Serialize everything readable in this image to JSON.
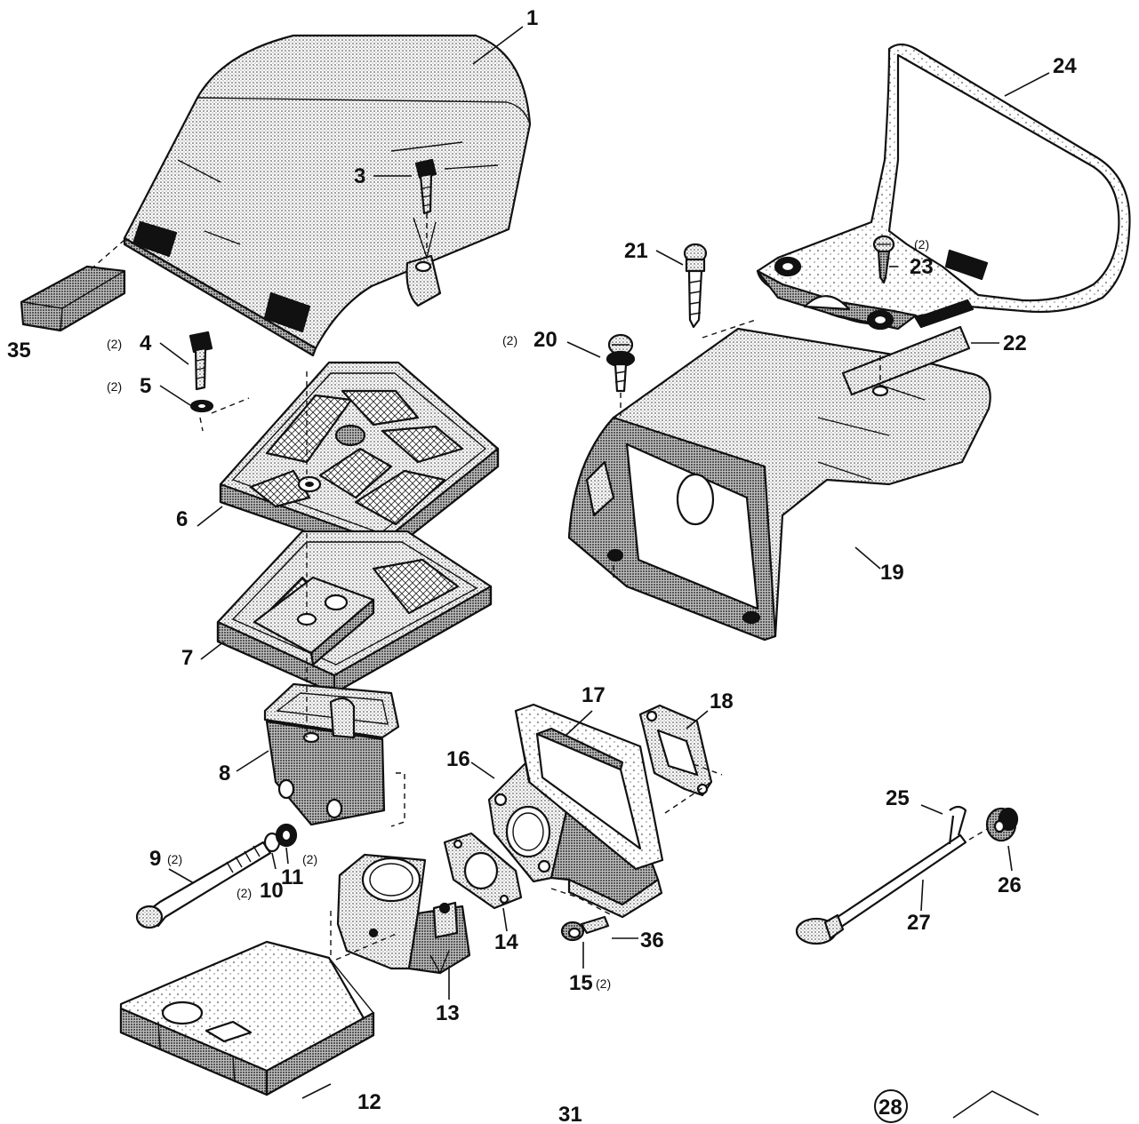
{
  "diagram": {
    "page_number": "31",
    "section_badge": "28",
    "callouts": [
      {
        "id": "c1",
        "label": "1",
        "qty": ""
      },
      {
        "id": "c3",
        "label": "3",
        "qty": ""
      },
      {
        "id": "c4",
        "label": "4",
        "qty": "(2)"
      },
      {
        "id": "c5",
        "label": "5",
        "qty": "(2)"
      },
      {
        "id": "c6",
        "label": "6",
        "qty": ""
      },
      {
        "id": "c7",
        "label": "7",
        "qty": ""
      },
      {
        "id": "c8",
        "label": "8",
        "qty": ""
      },
      {
        "id": "c9",
        "label": "9",
        "qty": "(2)"
      },
      {
        "id": "c10",
        "label": "10",
        "qty": "(2)"
      },
      {
        "id": "c11",
        "label": "11",
        "qty": "(2)"
      },
      {
        "id": "c12",
        "label": "12",
        "qty": ""
      },
      {
        "id": "c13",
        "label": "13",
        "qty": ""
      },
      {
        "id": "c14",
        "label": "14",
        "qty": ""
      },
      {
        "id": "c15",
        "label": "15",
        "qty": "(2)"
      },
      {
        "id": "c16",
        "label": "16",
        "qty": ""
      },
      {
        "id": "c17",
        "label": "17",
        "qty": ""
      },
      {
        "id": "c18",
        "label": "18",
        "qty": ""
      },
      {
        "id": "c19",
        "label": "19",
        "qty": ""
      },
      {
        "id": "c20",
        "label": "20",
        "qty": "(2)"
      },
      {
        "id": "c21",
        "label": "21",
        "qty": ""
      },
      {
        "id": "c22",
        "label": "22",
        "qty": ""
      },
      {
        "id": "c23",
        "label": "23",
        "qty": "(2)"
      },
      {
        "id": "c24",
        "label": "24",
        "qty": ""
      },
      {
        "id": "c25",
        "label": "25",
        "qty": ""
      },
      {
        "id": "c26",
        "label": "26",
        "qty": ""
      },
      {
        "id": "c27",
        "label": "27",
        "qty": ""
      },
      {
        "id": "c35",
        "label": "35",
        "qty": ""
      },
      {
        "id": "c36",
        "label": "36",
        "qty": ""
      }
    ]
  }
}
